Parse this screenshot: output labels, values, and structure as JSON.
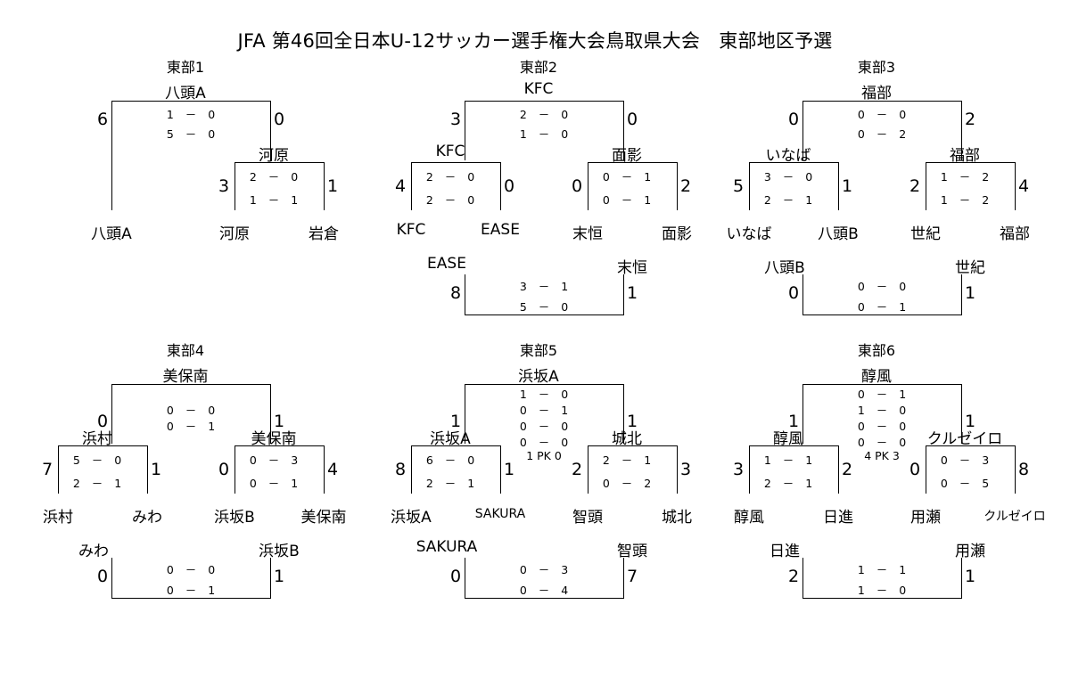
{
  "title": "JFA 第46回全日本U-12サッカー選手権大会鳥取県大会　東部地区予選",
  "groups": [
    {
      "id": "g1",
      "group_label": "東部1",
      "final_team": "八頭A",
      "final": {
        "score_left": "6",
        "score_right": "0",
        "set_scores": [
          "1 － 0",
          "5 － 0"
        ]
      },
      "sub_right": {
        "winner": "河原",
        "score_left": "3",
        "score_right": "1",
        "set_scores": [
          "2 － 0",
          "1 － 1"
        ]
      },
      "bottom_teams": [
        "八頭A",
        "河原",
        "岩倉"
      ]
    },
    {
      "id": "g2",
      "group_label": "東部2",
      "final_team": "KFC",
      "final": {
        "score_left": "3",
        "score_right": "0",
        "set_scores": [
          "2 － 0",
          "1 － 0"
        ]
      },
      "sub_left": {
        "winner": "KFC",
        "score_left": "4",
        "score_right": "0",
        "set_scores": [
          "2 － 0",
          "2 － 0"
        ]
      },
      "sub_right": {
        "winner": "面影",
        "score_left": "0",
        "score_right": "2",
        "set_scores": [
          "0 － 1",
          "0 － 1"
        ]
      },
      "bottom_teams": [
        "KFC",
        "EASE",
        "末恒",
        "面影"
      ],
      "playoff": {
        "left_team": "EASE",
        "right_team": "末恒",
        "score_left": "8",
        "score_right": "1",
        "set_scores": [
          "3 － 1",
          "5 － 0"
        ]
      }
    },
    {
      "id": "g3",
      "group_label": "東部3",
      "final_team": "福部",
      "final": {
        "score_left": "0",
        "score_right": "2",
        "set_scores": [
          "0 － 0",
          "0 － 2"
        ]
      },
      "sub_left": {
        "winner": "いなば",
        "score_left": "5",
        "score_right": "1",
        "set_scores": [
          "3 － 0",
          "2 － 1"
        ]
      },
      "sub_right": {
        "winner": "福部",
        "score_left": "2",
        "score_right": "4",
        "set_scores": [
          "1 － 2",
          "1 － 2"
        ]
      },
      "bottom_teams": [
        "いなば",
        "八頭B",
        "世紀",
        "福部"
      ],
      "playoff": {
        "left_team": "八頭B",
        "right_team": "世紀",
        "score_left": "0",
        "score_right": "1",
        "set_scores": [
          "0 － 0",
          "0 － 1"
        ]
      }
    },
    {
      "id": "g4",
      "group_label": "東部4",
      "final_team": "美保南",
      "final": {
        "score_left": "0",
        "score_right": "1",
        "set_scores": [
          "0 － 0",
          "0 － 1"
        ]
      },
      "sub_left": {
        "winner": "浜村",
        "score_left": "7",
        "score_right": "1",
        "set_scores": [
          "5 － 0",
          "2 － 1"
        ]
      },
      "sub_right": {
        "winner": "美保南",
        "score_left": "0",
        "score_right": "4",
        "set_scores": [
          "0 － 3",
          "0 － 1"
        ]
      },
      "bottom_teams": [
        "浜村",
        "みわ",
        "浜坂B",
        "美保南"
      ],
      "playoff": {
        "left_team": "みわ",
        "right_team": "浜坂B",
        "score_left": "0",
        "score_right": "1",
        "set_scores": [
          "0 － 0",
          "0 － 1"
        ]
      }
    },
    {
      "id": "g5",
      "group_label": "東部5",
      "final_team": "浜坂A",
      "final": {
        "score_left": "1",
        "score_right": "1",
        "set_scores": [
          "1 － 0",
          "0 － 1",
          "0 － 0",
          "0 － 0"
        ],
        "pk": "1 PK 0"
      },
      "sub_left": {
        "winner": "浜坂A",
        "score_left": "8",
        "score_right": "1",
        "set_scores": [
          "6 － 0",
          "2 － 1"
        ]
      },
      "sub_right": {
        "winner": "城北",
        "score_left": "2",
        "score_right": "3",
        "set_scores": [
          "2 － 1",
          "0 － 2"
        ]
      },
      "bottom_teams": [
        "浜坂A",
        "SAKURA",
        "智頭",
        "城北"
      ],
      "playoff": {
        "left_team": "SAKURA",
        "right_team": "智頭",
        "score_left": "0",
        "score_right": "7",
        "set_scores": [
          "0 － 3",
          "0 － 4"
        ]
      }
    },
    {
      "id": "g6",
      "group_label": "東部6",
      "final_team": "醇風",
      "final": {
        "score_left": "1",
        "score_right": "1",
        "set_scores": [
          "0 － 1",
          "1 － 0",
          "0 － 0",
          "0 － 0"
        ],
        "pk": "4 PK 3"
      },
      "sub_left": {
        "winner": "醇風",
        "score_left": "3",
        "score_right": "2",
        "set_scores": [
          "1 － 1",
          "2 － 1"
        ]
      },
      "sub_right": {
        "winner": "クルゼイロ",
        "score_left": "0",
        "score_right": "8",
        "set_scores": [
          "0 － 3",
          "0 － 5"
        ]
      },
      "bottom_teams": [
        "醇風",
        "日進",
        "用瀬",
        "クルゼイロ"
      ],
      "playoff": {
        "left_team": "日進",
        "right_team": "用瀬",
        "score_left": "2",
        "score_right": "1",
        "set_scores": [
          "1 － 1",
          "1 － 0"
        ]
      }
    }
  ]
}
